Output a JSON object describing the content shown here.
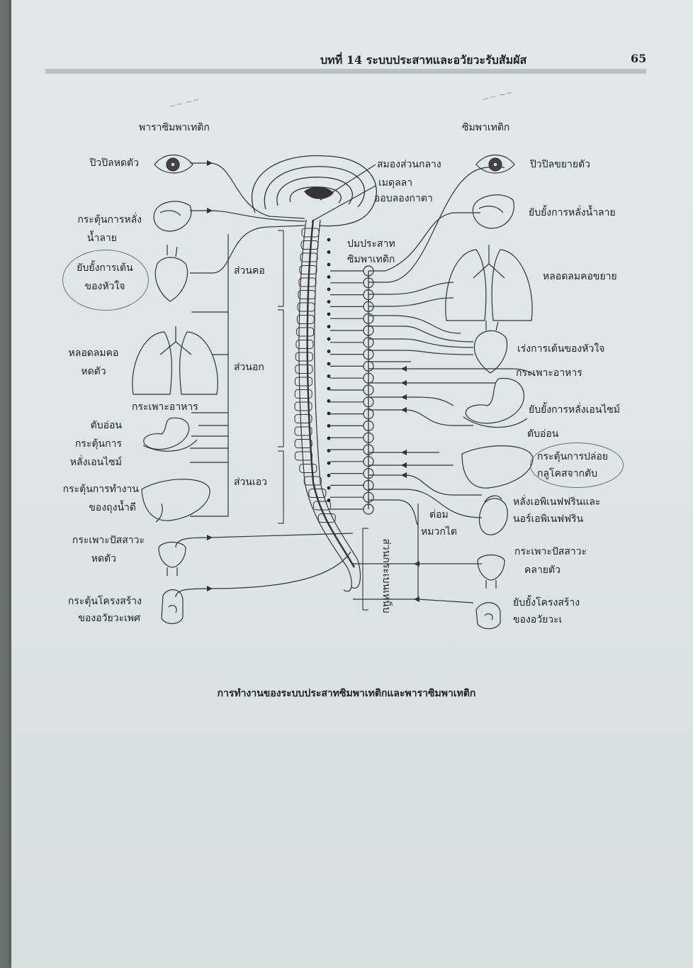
{
  "header": {
    "title": "บทที่ 14 ระบบประสาทและอวัยวะรับสัมผัส",
    "page_number": "65"
  },
  "diagram": {
    "parasympathetic_title": "พาราซิมพาเทติก",
    "sympathetic_title": "ซิมพาเทติก",
    "left": {
      "pupil": "ปิวปิลหดตัว",
      "saliva_1": "กระตุ้นการหลั่ง",
      "saliva_2": "น้ำลาย",
      "heart_1": "ยับยั้งการเต้น",
      "heart_2": "ของหัวใจ",
      "lung_1": "หลอดลมคอ",
      "lung_2": "หดตัว",
      "stomach": "กระเพาะอาหาร",
      "pancreas": "ตับอ่อน",
      "enzyme_1": "กระตุ้นการ",
      "enzyme_2": "หลั่งเอนไซม์",
      "gall_1": "กระตุ้นการทำงาน",
      "gall_2": "ของถุงน้ำดี",
      "bladder_1": "กระเพาะปัสสาวะ",
      "bladder_2": "หดตัว",
      "genital_1": "กระตุ้นโครงสร้าง",
      "genital_2": "ของอวัยวะเพศ"
    },
    "center": {
      "midbrain": "สมองส่วนกลาง",
      "medulla_1": "เมดุลลา",
      "medulla_2": "ออบลองกาตา",
      "ganglion_1": "ปมประสาท",
      "ganglion_2": "ซิมพาเทติก",
      "cervical": "ส่วนคอ",
      "thoracic": "ส่วนอก",
      "lumbar": "ส่วนเอว",
      "sacral": "ส่วนกระเบนเหน็บ"
    },
    "right": {
      "pupil": "ปิวปิลขยายตัว",
      "saliva": "ยับยั้งการหลั่งน้ำลาย",
      "bronchi": "หลอดลมคอขยาย",
      "heart": "เร่งการเต้นของหัวใจ",
      "stomach": "กระเพาะอาหาร",
      "enzyme": "ยับยั้งการหลั่งเอนไซม์",
      "pancreas": "ตับอ่อน",
      "glucose_1": "กระตุ้นการปล่อย",
      "glucose_2": "กลูโคสจากตับ",
      "adrenal_1": "หลั่งเอพิเนฟฟรินและ",
      "adrenal_2": "นอร์เอพิเนฟฟริน",
      "kidney_1": "ต่อม",
      "kidney_2": "หมวกไต",
      "bladder_1": "กระเพาะปัสสาวะ",
      "bladder_2": "คลายตัว",
      "genital_1": "ยับยั้งโครงสร้าง",
      "genital_2": "ของอวัยวะเ"
    },
    "caption": "การทำงานของระบบประสาทซิมพาเทติกและพาราซิมพาเทติก"
  },
  "colors": {
    "paper": "#dde5e6",
    "ink": "#222222",
    "header_rule": "#b9c0c0"
  }
}
